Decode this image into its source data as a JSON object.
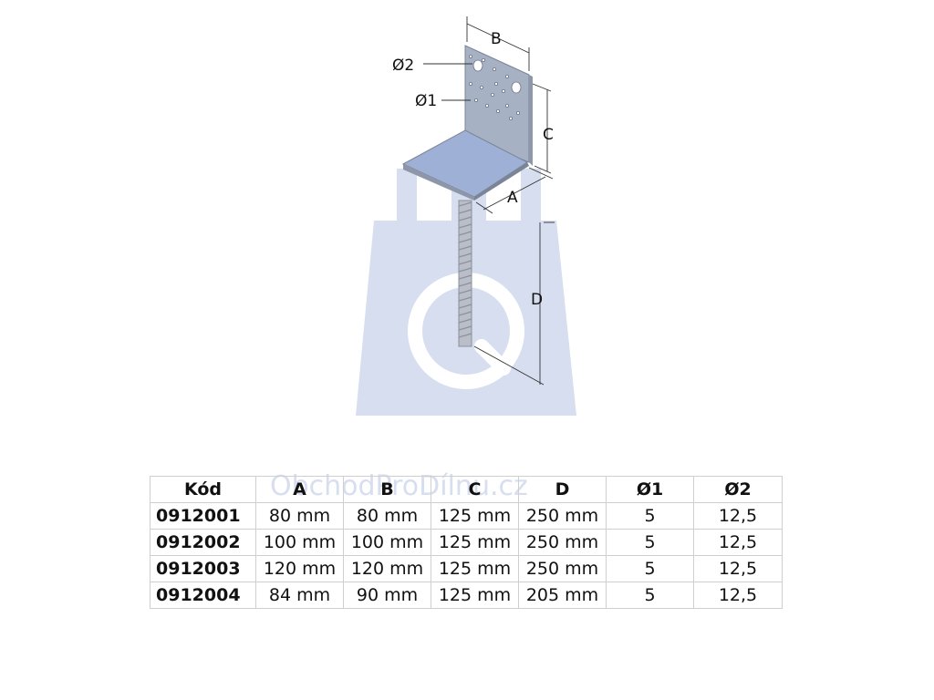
{
  "watermark": {
    "text": "ObchodProDílnu.cz",
    "color": "#d7def0"
  },
  "diagram": {
    "labels": {
      "b": "B",
      "d2": "Ø2",
      "d1": "Ø1",
      "c": "C",
      "a": "A",
      "d": "D"
    },
    "colors": {
      "steel_top": "#9fb0d6",
      "steel_side": "#a6b1c4",
      "rod": "#b9bec8",
      "watermark_logo": "#d7def0"
    }
  },
  "table": {
    "headers": [
      "Kód",
      "A",
      "B",
      "C",
      "D",
      "Ø1",
      "Ø2"
    ],
    "rows": [
      [
        "0912001",
        "80 mm",
        "80 mm",
        "125 mm",
        "250 mm",
        "5",
        "12,5"
      ],
      [
        "0912002",
        "100 mm",
        "100 mm",
        "125 mm",
        "250 mm",
        "5",
        "12,5"
      ],
      [
        "0912003",
        "120 mm",
        "120 mm",
        "125 mm",
        "250 mm",
        "5",
        "12,5"
      ],
      [
        "0912004",
        "84 mm",
        "90 mm",
        "125 mm",
        "205 mm",
        "5",
        "12,5"
      ]
    ]
  }
}
